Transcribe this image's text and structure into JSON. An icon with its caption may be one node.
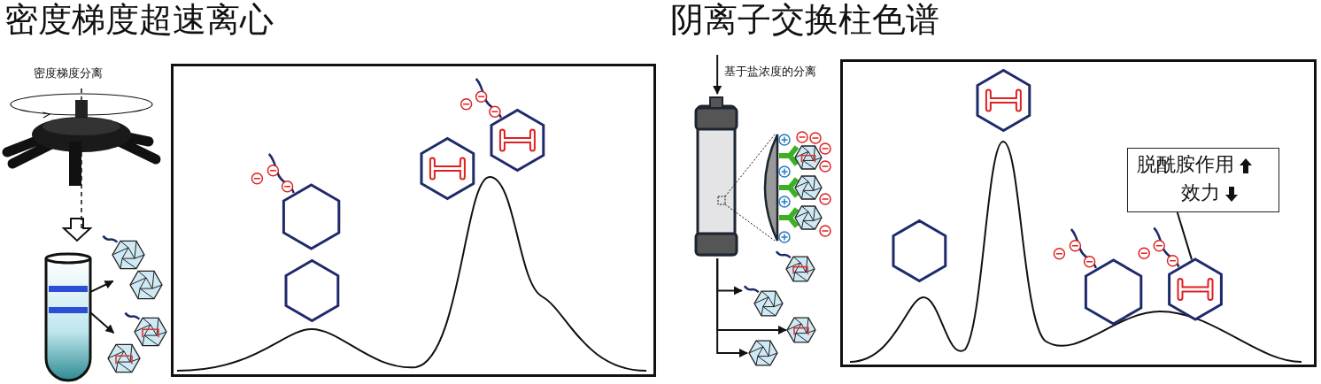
{
  "diagram": {
    "nodes": [
      {
        "text": [],
        "shape": "picture",
        "beside": [
          "密度梯度分离"
        ]
      },
      {
        "text": [],
        "shape": "picture"
      },
      {
        "text": [],
        "shape": "picture"
      },
      {
        "text": [],
        "shape": "picture"
      },
      {
        "text": [],
        "shape": "picture"
      },
      {
        "text": [],
        "shape": "picture"
      },
      {
        "text": [],
        "shape": "picture"
      },
      {
        "text": [],
        "shape": "picture"
      },
      {
        "text": [
          "脱酰胺作用",
          "效力"
        ]
      },
      {
        "text": [],
        "shape": "picture"
      }
    ],
    "edges": [
      {
        "from": 0,
        "to": 1,
        "arrow": "to"
      },
      {
        "from": 1,
        "to": 2,
        "arrow": "to"
      },
      {
        "from": 1,
        "to": 3,
        "arrow": "to"
      },
      {
        "from": null,
        "to": 4,
        "arrow": "to",
        "label": "基于盐浓度的分离"
      },
      {
        "from": 4,
        "to": 5,
        "arrow": "to"
      },
      {
        "from": 4,
        "to": 6,
        "arrow": "to"
      },
      {
        "from": 4,
        "to": 7,
        "arrow": "to"
      },
      {
        "from": 8,
        "to": 9,
        "arrow": "none"
      }
    ],
    "labels": [
      "密度梯度超速离心",
      "阴离子交换柱色谱"
    ]
  }
}
